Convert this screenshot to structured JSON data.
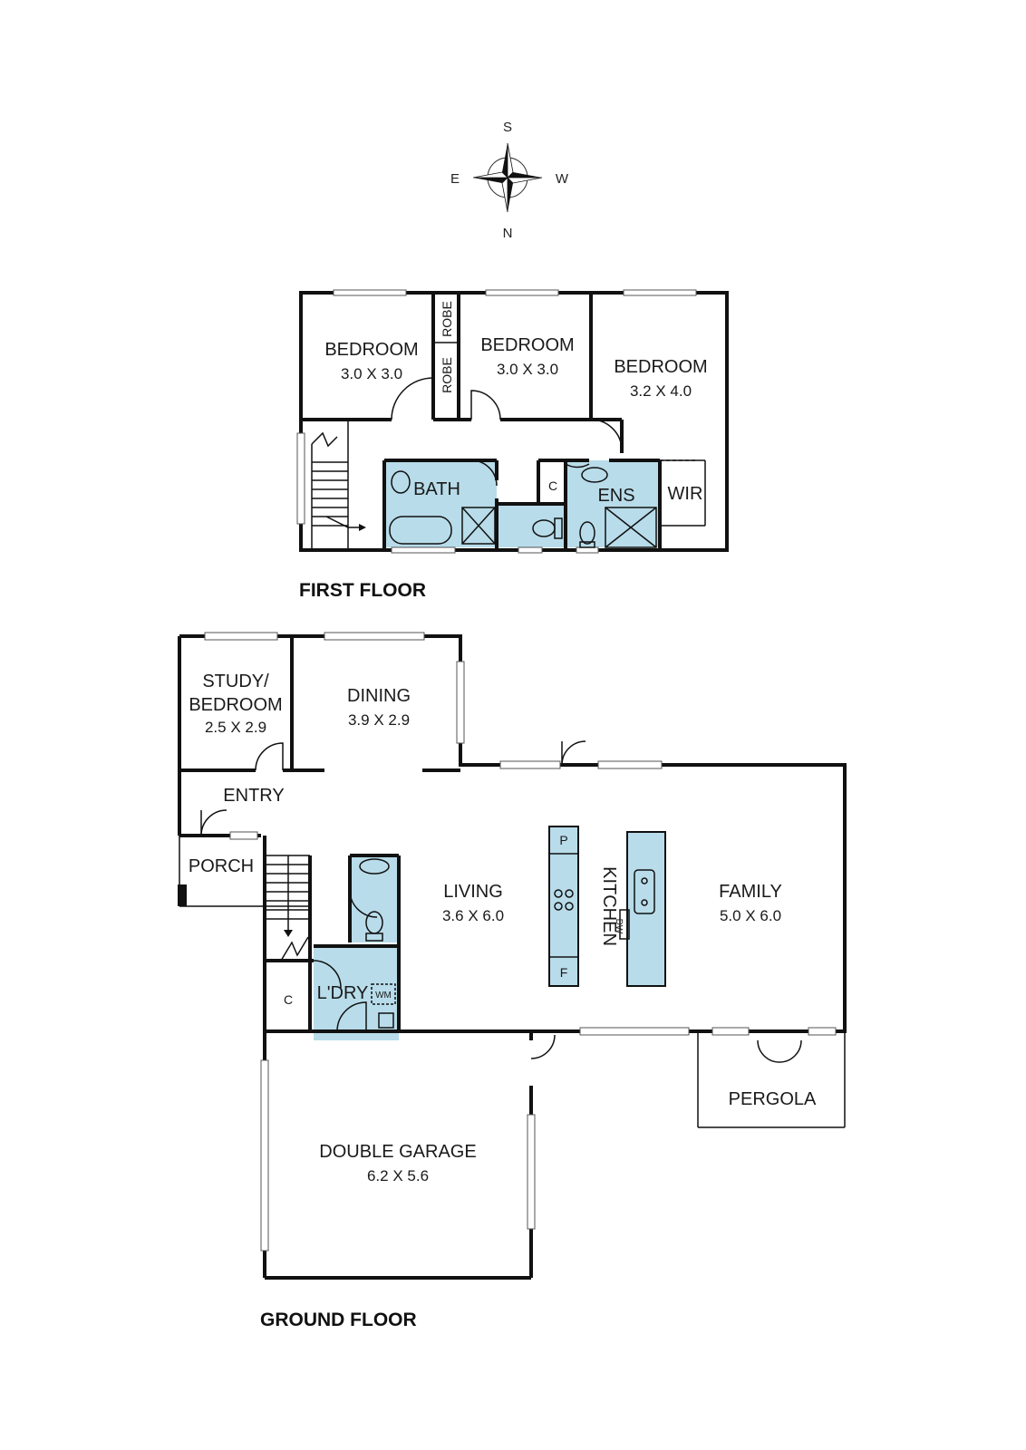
{
  "compass": {
    "top": "S",
    "left": "E",
    "right": "W",
    "bottom": "N"
  },
  "first_floor": {
    "title": "FIRST FLOOR",
    "rooms": {
      "bedroom1": {
        "name": "BEDROOM",
        "size": "3.0 X 3.0"
      },
      "bedroom2": {
        "name": "BEDROOM",
        "size": "3.0 X 3.0"
      },
      "bedroom3": {
        "name": "BEDROOM",
        "size": "3.2 X 4.0"
      },
      "robe_top": "ROBE",
      "robe_bottom": "ROBE",
      "bath": "BATH",
      "cupboard": "C",
      "ens": "ENS",
      "wir": "WIR"
    }
  },
  "ground_floor": {
    "title": "GROUND FLOOR",
    "rooms": {
      "study_line1": "STUDY/",
      "study_line2": "BEDROOM",
      "study_size": "2.5 X 2.9",
      "dining": {
        "name": "DINING",
        "size": "3.9 X 2.9"
      },
      "entry": "ENTRY",
      "porch": "PORCH",
      "living": {
        "name": "LIVING",
        "size": "3.6 X 6.0"
      },
      "kitchen": "KITCHEN",
      "dw": "DW",
      "pantry": "P",
      "fridge": "F",
      "family": {
        "name": "FAMILY",
        "size": "5.0 X 6.0"
      },
      "laundry": "L'DRY",
      "wm": "WM",
      "cupboard": "C",
      "pergola": "PERGOLA",
      "garage": {
        "name": "DOUBLE GARAGE",
        "size": "6.2 X 5.6"
      }
    }
  }
}
